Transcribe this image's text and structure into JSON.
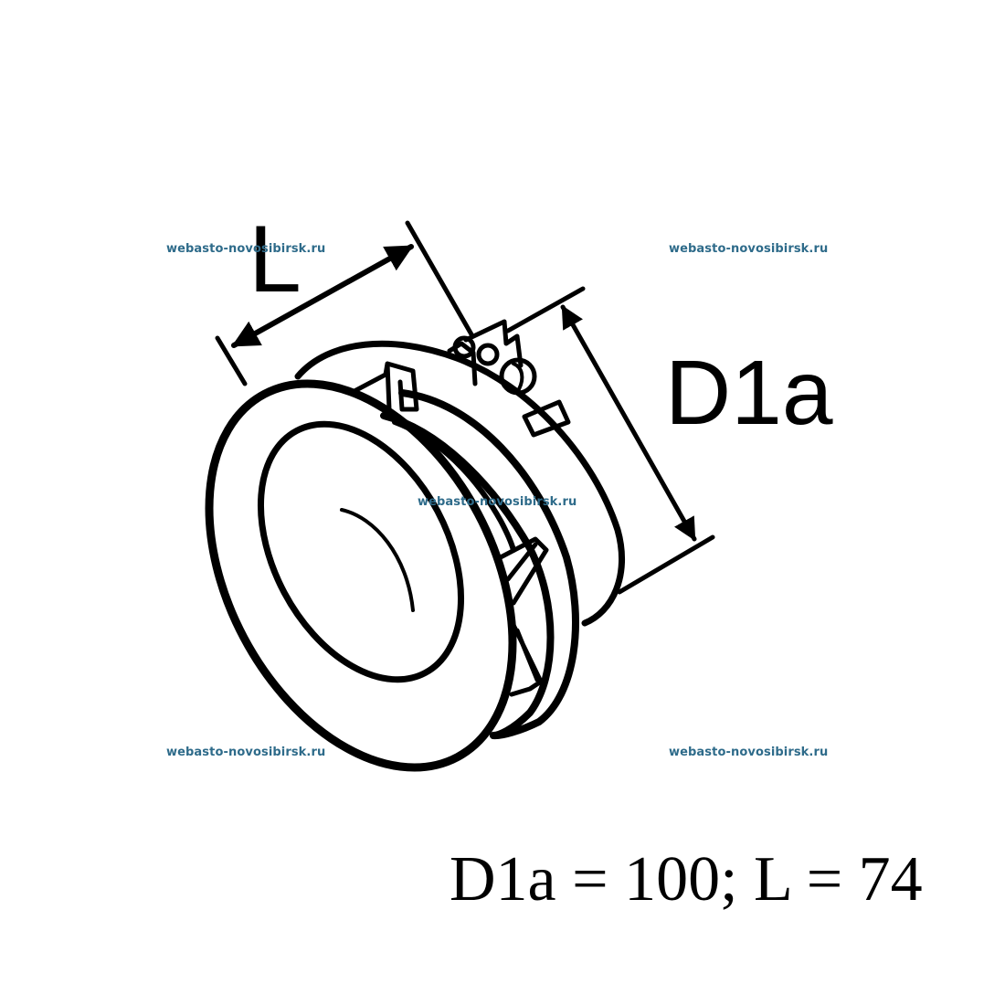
{
  "diagram": {
    "subject": "round air outlet with clamp",
    "dimension_labels": {
      "length": "L",
      "diameter": "D1a"
    },
    "caption": "D1a = 100; L = 74",
    "colors": {
      "line": "#000000",
      "watermark": "#2e6b8a",
      "background": "#ffffff"
    }
  },
  "watermarks": [
    {
      "text": "webasto-novosibirsk.ru"
    },
    {
      "text": "webasto-novosibirsk.ru"
    },
    {
      "text": "webasto-novosibirsk.ru"
    },
    {
      "text": "webasto-novosibirsk.ru"
    },
    {
      "text": "webasto-novosibirsk.ru"
    }
  ]
}
